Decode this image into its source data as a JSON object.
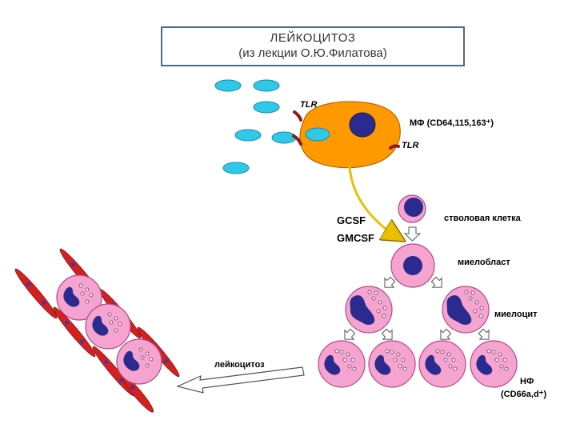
{
  "title": {
    "line1": "ЛЕЙКОЦИТОЗ",
    "line2": "(из лекции О.Ю.Филатова)"
  },
  "labels": {
    "tlr_top": "TLR",
    "tlr_bottom": "TLR",
    "macrophage": "МФ (CD64,115,163⁺)",
    "gcsf": "GCSF",
    "gmcsf": "GMCSF",
    "stem_cell": "стволовая клетка",
    "myeloblast": "миелобласт",
    "myelocyte": "миелоцит",
    "leukocytosis": "лейкоцитоз",
    "neutrophil_line1": "НФ",
    "neutrophil_line2": "(CD66a,d⁺)"
  },
  "colors": {
    "bacteria": "#2ec8e8",
    "macrophage": "#ff9900",
    "nucleus": "#2a2a8f",
    "cell_pink": "#f5a3cf",
    "cell_outline": "#b04a8a",
    "vessel_red": "#d42020",
    "arrow_yellow": "#e8c000",
    "tlr": "#8b1a1a"
  }
}
